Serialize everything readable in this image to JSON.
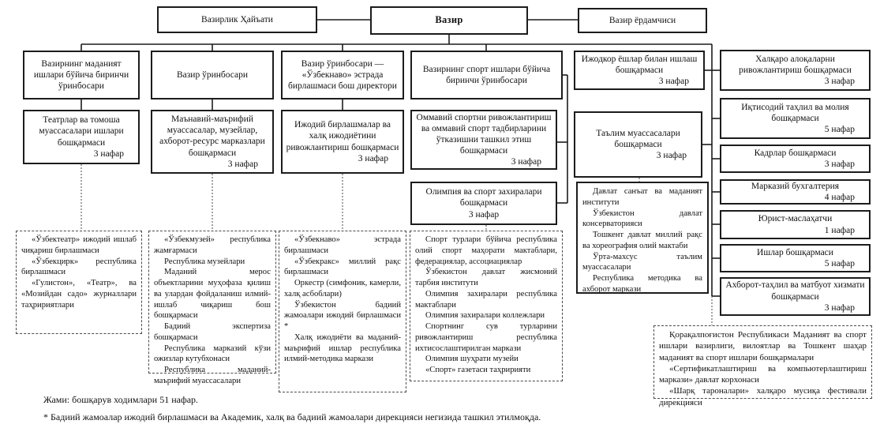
{
  "top": {
    "board": "Вазирлик Ҳайъати",
    "minister": "Вазир",
    "assistant": "Вазир ёрдамчиси"
  },
  "deputies": [
    {
      "title": "Вазирнинг маданият ишлари бўйича биринчи ўринбосари"
    },
    {
      "title": "Вазир ўринбосари"
    },
    {
      "title": "Вазир ўринбосари — «Ўзбекнаво» эстрада бирлашмаси бош директори"
    },
    {
      "title": "Вазирнинг спорт ишлари бўйича биринчи ўринбосари"
    },
    {
      "title": "Ижодкор ёшлар билан ишлаш бошқармаси",
      "staff": "3 нафар"
    }
  ],
  "departments": [
    {
      "title": "Театрлар ва томоша муассасалари ишлари бошқармаси",
      "staff": "3 нафар"
    },
    {
      "title": "Маънавий-маърифий муассасалар, музейлар, ахборот-ресурс марказлари бошқармаси",
      "staff": "3 нафар"
    },
    {
      "title": "Ижодий бирлашмалар ва халқ ижодиётини ривожлантириш бошқармаси",
      "staff": "3 нафар"
    },
    {
      "title": "Оммавий спортни ривожлантириш ва оммавий спорт тадбирларини ўтказишни ташкил этиш бошқармаси",
      "staff": "3 нафар"
    },
    {
      "title": "Олимпия ва спорт захиралари бошқармаси",
      "staff": "3 нафар"
    },
    {
      "title": "Таълим муассасалари бошқармаси",
      "staff": "3 нафар"
    }
  ],
  "right_column": [
    {
      "title": "Халқаро алоқаларни ривожлантириш бошқармаси",
      "staff": "3 нафар"
    },
    {
      "title": "Иқтисодий таҳлил ва молия бошқармаси",
      "staff": "5 нафар"
    },
    {
      "title": "Кадрлар бошқармаси",
      "staff": "3 нафар"
    },
    {
      "title": "Марказий бухгалтерия",
      "staff": "4 нафар"
    },
    {
      "title": "Юрист-маслаҳатчи",
      "staff": "1 нафар"
    },
    {
      "title": "Ишлар бошқармаси",
      "staff": "5 нафар"
    },
    {
      "title": "Ахборот-таҳлил ва матбуот хизмати бошқармаси",
      "staff": "3 нафар"
    }
  ],
  "education_box": {
    "items": [
      "Давлат санъат ва маданият институти",
      "Ўзбекистон давлат консерваторияси",
      "Тошкент давлат миллий рақс ва хореография олий мактаби",
      "Ўрта-махсус таълим муассасалари",
      "Республика методика ва ахборот маркази"
    ]
  },
  "subordinate_boxes": [
    {
      "items": [
        "«Ўзбектеатр» ижодий ишлаб чиқариш бирлашмаси",
        "«Ўзбекцирк» республика бирлашмаси",
        "«Гулистон», «Театр», ва «Мозийдан садо» журналлари таҳририятлари"
      ]
    },
    {
      "items": [
        "«Ўзбекмузей» республика жамғармаси",
        "Республика музейлари",
        "Маданий мерос объектларини муҳофаза қилиш ва улардан фойдаланиш илмий-ишлаб чиқариш бош бошқармаси",
        "Бадиий экспертиза бошқармаси",
        "Республика марказий кўзи ожизлар кутубхонаси",
        "Республика маданий-маърифий муассасалари"
      ]
    },
    {
      "items": [
        "«Ўзбекнаво» эстрада бирлашмаси",
        "«Ўзбекракс» миллий рақс бирлашмаси",
        "Оркестр (симфоник, камерли, халқ асбоблари)",
        "Ўзбекистон бадиий жамоалари ижодий бирлашмаси *",
        "Халқ ижодиёти ва маданий-маърифий ишлар республика илмий-методика маркази"
      ]
    },
    {
      "items": [
        "Спорт турлари бўйича республика олий спорт маҳорати мактаблари, федерациялар, ассоциациялар",
        "Ўзбекистон давлат жисмоний тарбия институти",
        "Олимпия захиралари республика мактаблари",
        "Олимпия захиралари коллежлари",
        "Спортнинг сув турларини ривожлантириш республика ихтисослаштирилган маркази",
        "Олимпия шуҳрати музейи",
        "«Спорт» газетаси таҳририяти"
      ]
    },
    {
      "items": [
        "Қорақалпоғистон Республикаси Маданият ва спорт ишлари вазирлиги, вилоятлар ва Тошкент шаҳар маданият ва спорт ишлари бошқармалари",
        "«Сертификатлаштириш ва компьютерлаштириш маркази» давлат корхонаси",
        "«Шарқ тароналари» халқаро мусиқа фестивали дирекцияси"
      ]
    }
  ],
  "footer": {
    "total": "Жами: бошқарув ходимлари 51 нафар.",
    "note": "* Бадиий жамоалар ижодий бирлашмаси ва Академик, халқ ва бадиий жамоалари дирекцияси негизида ташкил этилмоқда."
  }
}
